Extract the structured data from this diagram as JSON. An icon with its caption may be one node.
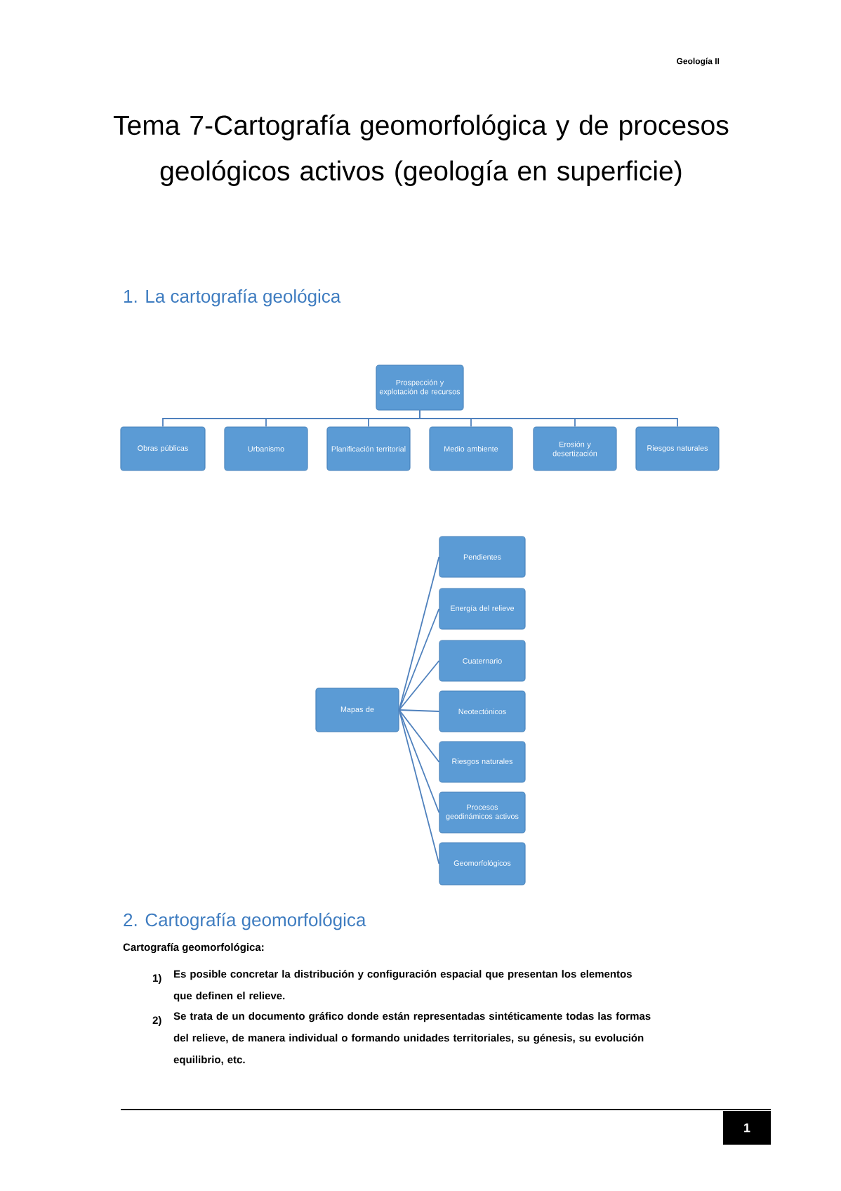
{
  "diagram": {
    "title": "Tema 7-Cartografía geomorfológica y de procesos geológicos activos (geología en superficie)",
    "nodes": [
      {
        "text": [
          "Prospección y explotación de recursos"
        ]
      },
      {
        "text": [
          "Obras públicas"
        ]
      },
      {
        "text": [
          "Urbanismo"
        ]
      },
      {
        "text": [
          "Planificación territorial"
        ]
      },
      {
        "text": [
          "Medio ambiente"
        ]
      },
      {
        "text": [
          "Erosión y desertización"
        ]
      },
      {
        "text": [
          "Riesgos naturales"
        ]
      },
      {
        "text": [
          "Mapas de"
        ]
      },
      {
        "text": [
          "Pendientes"
        ]
      },
      {
        "text": [
          "Energía del relieve"
        ]
      },
      {
        "text": [
          "Cuaternario"
        ]
      },
      {
        "text": [
          "Neotectónicos"
        ]
      },
      {
        "text": [
          "Riesgos naturales"
        ]
      },
      {
        "text": [
          "Procesos geodinámicos activos"
        ]
      },
      {
        "text": [
          "Geomorfológicos"
        ]
      }
    ],
    "edges": [
      {
        "from": 0,
        "to": 1,
        "arrow": "none"
      },
      {
        "from": 0,
        "to": 2,
        "arrow": "none"
      },
      {
        "from": 0,
        "to": 3,
        "arrow": "none"
      },
      {
        "from": 0,
        "to": 4,
        "arrow": "none"
      },
      {
        "from": 0,
        "to": 5,
        "arrow": "none"
      },
      {
        "from": 0,
        "to": 6,
        "arrow": "none"
      },
      {
        "from": 7,
        "to": 8,
        "arrow": "none"
      },
      {
        "from": 7,
        "to": 9,
        "arrow": "none"
      },
      {
        "from": 7,
        "to": 10,
        "arrow": "none"
      },
      {
        "from": 7,
        "to": 11,
        "arrow": "none"
      },
      {
        "from": 7,
        "to": 12,
        "arrow": "none"
      },
      {
        "from": 7,
        "to": 13,
        "arrow": "none"
      },
      {
        "from": 7,
        "to": 14,
        "arrow": "none"
      }
    ],
    "labels": [
      "Geología II",
      "1. La cartografía geológica",
      "2. Cartografía geomorfológica",
      "Cartografía geomorfológica:",
      "1)",
      "Es posible concretar la distribución y configuración espacial que presentan los elementos que definen el relieve.",
      "2)",
      "Se trata de un documento gráfico donde están representadas sintéticamente todas las formas del relieve, de manera individual o formando unidades territoriales, su génesis, su evolución equilibrio, etc.",
      "1"
    ]
  }
}
